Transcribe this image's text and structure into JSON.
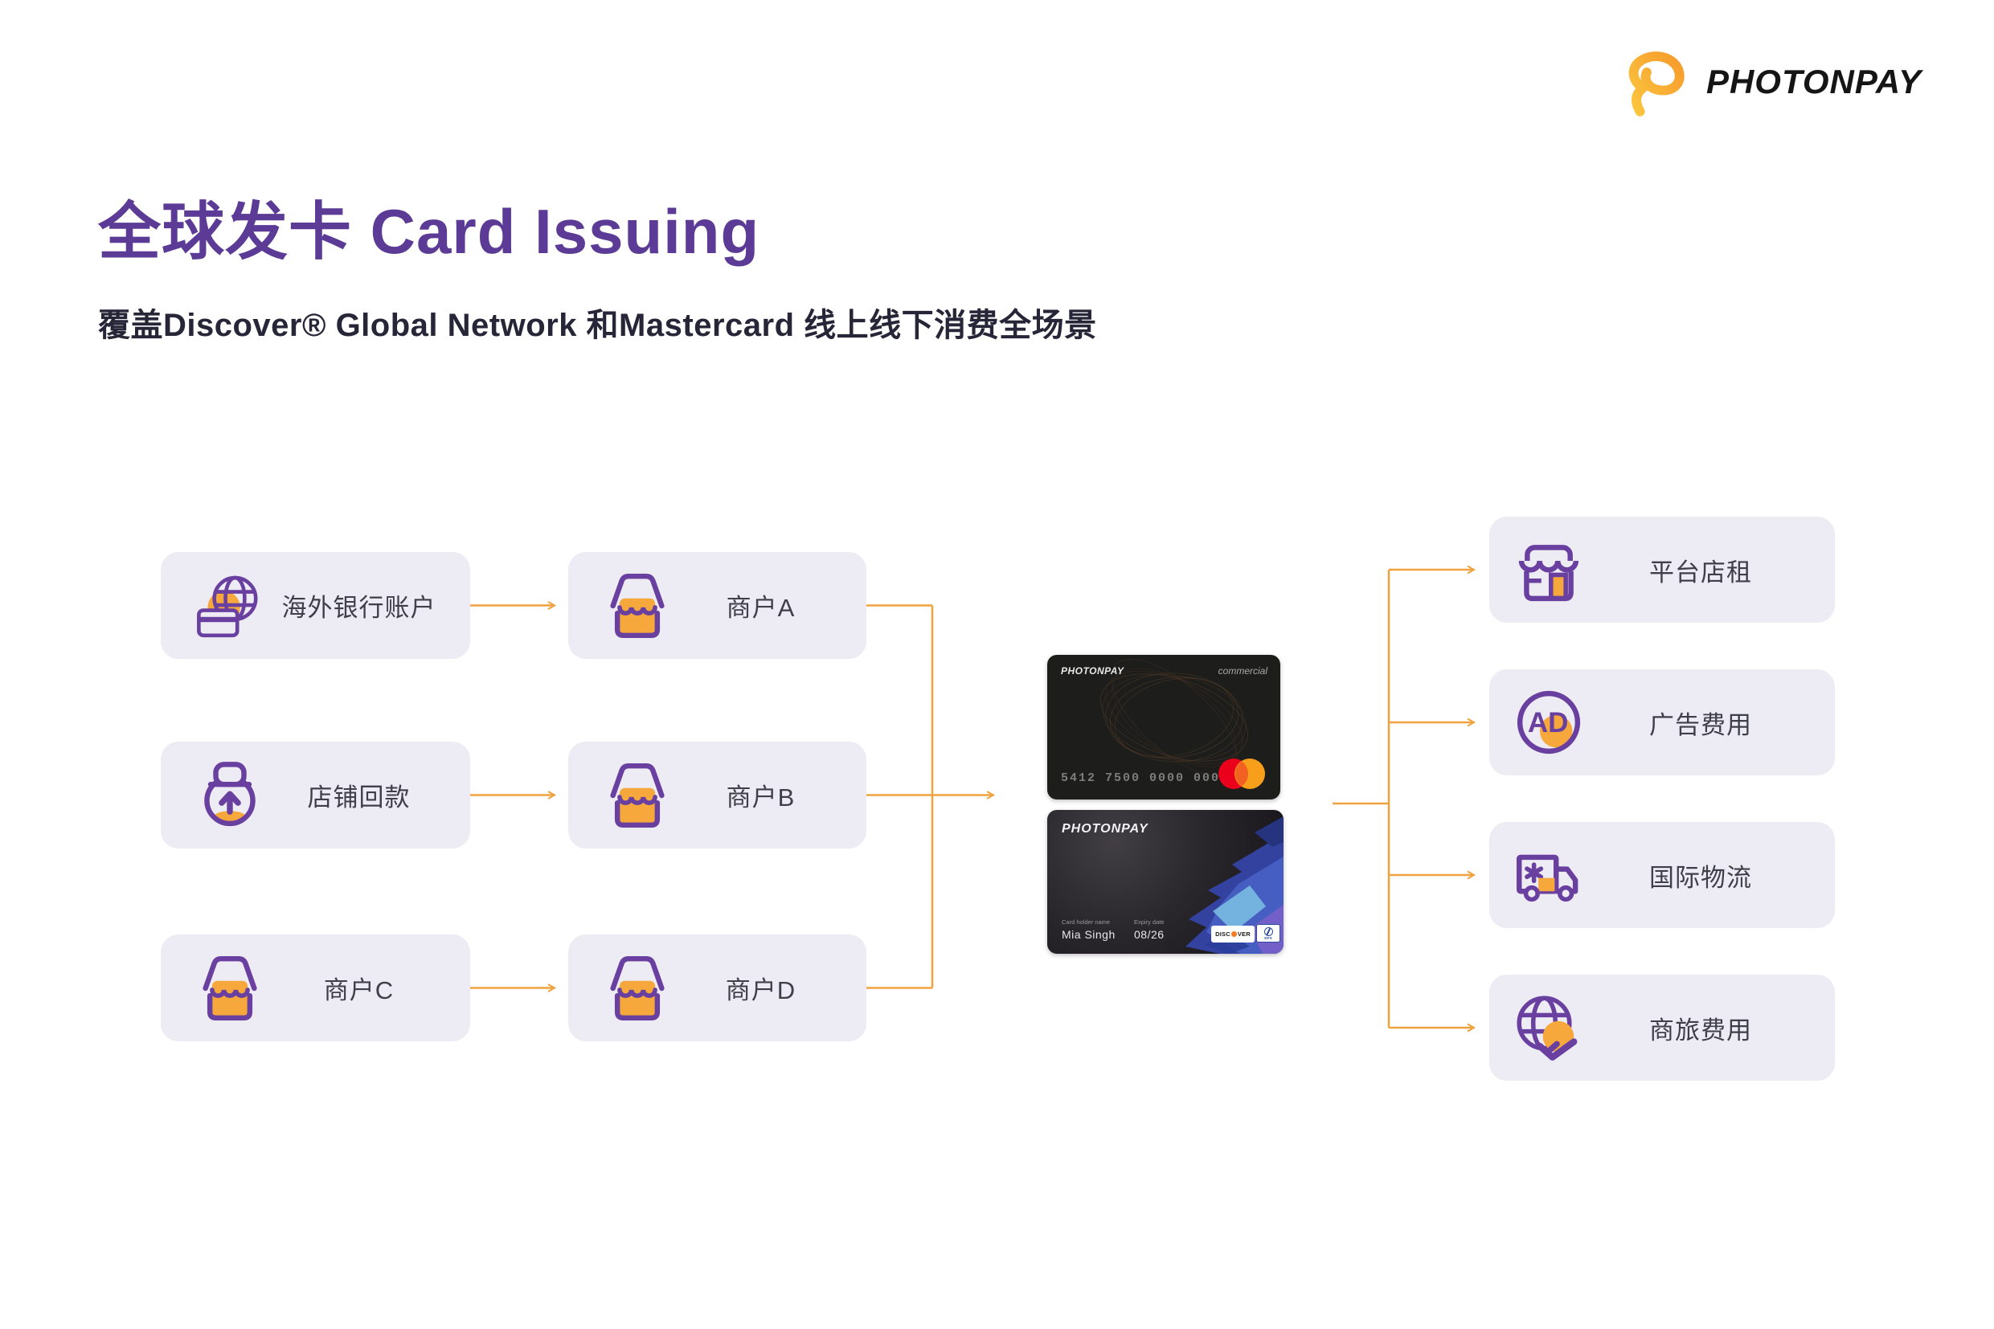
{
  "brand": {
    "logo_text": "PHOTONPAY",
    "logo_mark_icon": "photonpay-swirl-icon",
    "accent_orange": "#F6A83C",
    "accent_purple": "#6940A0",
    "title_purple": "#5B3B96",
    "node_background": "#EDEBF3"
  },
  "header": {
    "title": "全球发卡 Card Issuing",
    "subtitle": "覆盖Discover® Global Network 和Mastercard 线上线下消费全场景"
  },
  "diagram": {
    "sources": [
      {
        "label": "海外银行账户",
        "icon": "globe-card-icon"
      },
      {
        "label": "店铺回款",
        "icon": "money-pot-icon"
      },
      {
        "label": "商户C",
        "icon": "shop-icon"
      }
    ],
    "merchants": [
      {
        "label": "商户A",
        "icon": "shop-icon"
      },
      {
        "label": "商户B",
        "icon": "shop-icon"
      },
      {
        "label": "商户D",
        "icon": "shop-icon"
      }
    ],
    "cards": {
      "card1": {
        "brand": "PHOTONPAY",
        "type_label": "commercial",
        "number": "5412 7500 0000 0000",
        "network": "mastercard"
      },
      "card2": {
        "brand": "PHOTONPAY",
        "holder_label": "Card holder name",
        "holder_name": "Mia Singh",
        "expiry_label": "Expiry date",
        "expiry": "08/26",
        "network_left": "DISC",
        "network_right": "VER",
        "network2_line1": "DFS",
        "network2_line2": "NET"
      }
    },
    "destinations": [
      {
        "label": "平台店租",
        "icon": "storefront-icon"
      },
      {
        "label": "广告费用",
        "icon": "ad-circle-icon"
      },
      {
        "label": "国际物流",
        "icon": "truck-icon"
      },
      {
        "label": "商旅费用",
        "icon": "globe-plane-icon"
      }
    ]
  }
}
